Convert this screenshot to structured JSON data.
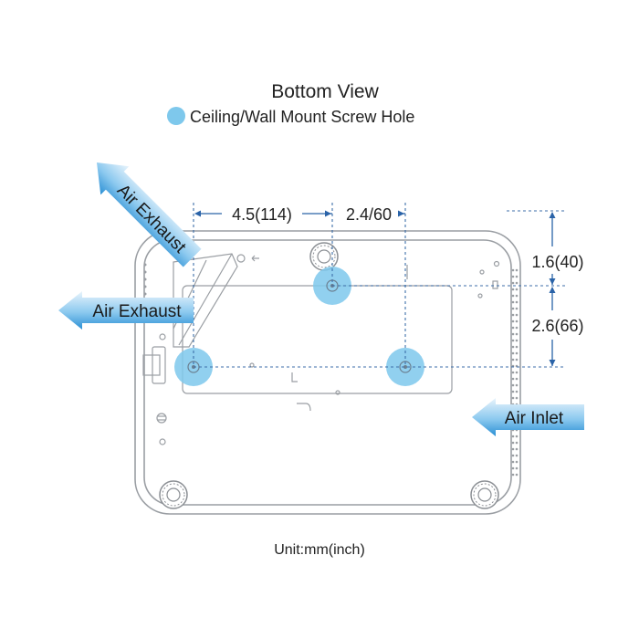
{
  "title": "Bottom View",
  "legend": {
    "label": "Ceiling/Wall Mount Screw Hole",
    "color": "#7ec8ec"
  },
  "dimensions": {
    "h1": "4.5(114)",
    "h2": "2.4/60",
    "v1": "1.6(40)",
    "v2": "2.6(66)"
  },
  "airflow": {
    "exhaust_diagonal": "Air Exhaust",
    "exhaust_left": "Air Exhaust",
    "inlet": "Air Inlet",
    "arrow_color": "#2a8fd4"
  },
  "unit": "Unit:mm(inch)"
}
